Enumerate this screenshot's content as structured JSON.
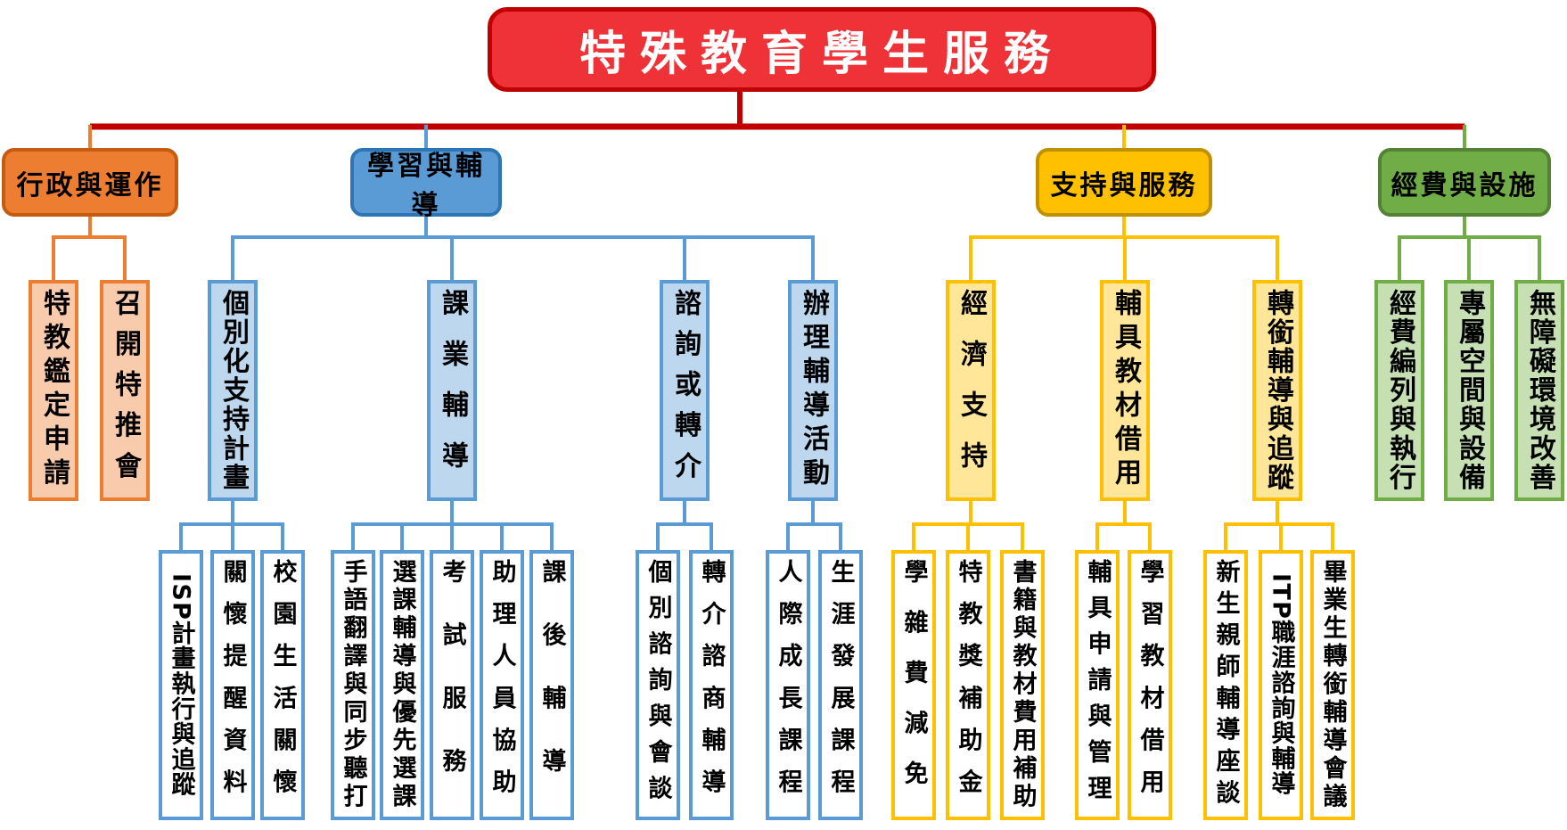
{
  "colors": {
    "root_fill": "#EE3237",
    "root_border": "#C00000",
    "trunk_line": "#C00000",
    "orange_fill": "#ED7D31",
    "orange_border": "#C55A11",
    "orange_light": "#F8CBAD",
    "blue_fill": "#5B9BD5",
    "blue_border": "#2E75B6",
    "blue_light": "#BDD7EE",
    "gold_fill": "#FFC000",
    "gold_border": "#BF9000",
    "gold_light": "#FFE699",
    "green_fill": "#70AD47",
    "green_border": "#538135",
    "green_light": "#C6E0B4"
  },
  "root": {
    "label": "特殊教育學生服務"
  },
  "branches": {
    "admin": {
      "label": "行政與運作",
      "children": {
        "assessment": {
          "label": "特教鑑定申請"
        },
        "committee": {
          "label": "召開特推會"
        }
      }
    },
    "learning": {
      "label": "學習與輔導",
      "children": {
        "plan": {
          "label": "個別化支持計畫",
          "children": {
            "isp": {
              "label": "ISP計畫執行與追蹤"
            },
            "reminders": {
              "label": "關懷提醒資料"
            },
            "campus": {
              "label": "校園生活關懷"
            }
          }
        },
        "academic": {
          "label": "課業輔導",
          "children": {
            "sign_language": {
              "label": "手語翻譯與同步聽打"
            },
            "course_selection": {
              "label": "選課輔導與優先選課"
            },
            "exam_service": {
              "label": "考試服務"
            },
            "assistants": {
              "label": "助理人員協助"
            },
            "after_school": {
              "label": "課後輔導"
            }
          }
        },
        "consult": {
          "label": "諮詢或轉介",
          "children": {
            "individual_talks": {
              "label": "個別諮詢與會談"
            },
            "referral": {
              "label": "轉介諮商輔導"
            }
          }
        },
        "activities": {
          "label": "辦理輔導活動",
          "children": {
            "interpersonal": {
              "label": "人際成長課程"
            },
            "career": {
              "label": "生涯發展課程"
            }
          }
        }
      }
    },
    "support": {
      "label": "支持與服務",
      "children": {
        "economic": {
          "label": "經濟支持",
          "children": {
            "tuition_waiver": {
              "label": "學雜費減免"
            },
            "grants": {
              "label": "特教獎補助金"
            },
            "book_subsidy": {
              "label": "書籍與教材費用補助"
            }
          }
        },
        "equipment": {
          "label": "輔具教材借用",
          "children": {
            "device_management": {
              "label": "輔具申請與管理"
            },
            "material_lending": {
              "label": "學習教材借用"
            }
          }
        },
        "transition": {
          "label": "轉銜輔導與追蹤",
          "children": {
            "freshman_forum": {
              "label": "新生親師輔導座談"
            },
            "itp": {
              "label": "ITP職涯諮詢與輔導"
            },
            "graduate_meeting": {
              "label": "畢業生轉銜輔導會議"
            }
          }
        }
      }
    },
    "funding": {
      "label": "經費與設施",
      "children": {
        "budget": {
          "label": "經費編列與執行"
        },
        "space": {
          "label": "專屬空間與設備"
        },
        "accessibility": {
          "label": "無障礙環境改善"
        }
      }
    }
  }
}
